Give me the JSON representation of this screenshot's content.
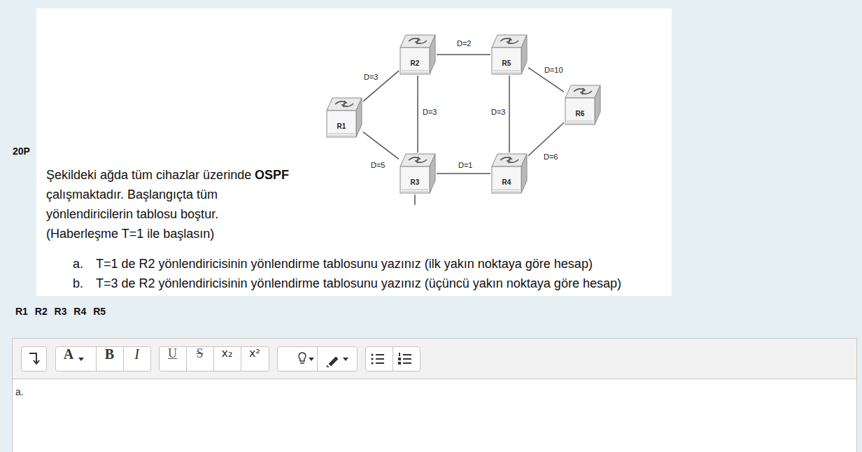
{
  "diagram": {
    "nodes": [
      {
        "text": [
          "R1"
        ]
      },
      {
        "text": [
          "R2"
        ]
      },
      {
        "text": [
          "R5"
        ]
      },
      {
        "text": [
          "R6"
        ]
      },
      {
        "text": [
          "R3"
        ]
      },
      {
        "text": [
          "R4"
        ]
      }
    ],
    "edges": [
      {
        "from": 0,
        "to": 1,
        "label": "D=3",
        "arrow": "none"
      },
      {
        "from": 0,
        "to": 4,
        "label": "D=5",
        "arrow": "none"
      },
      {
        "from": 1,
        "to": 2,
        "label": "D=2",
        "arrow": "none"
      },
      {
        "from": 1,
        "to": 4,
        "label": "D=3",
        "arrow": "none"
      },
      {
        "from": 2,
        "to": 5,
        "label": "D=3",
        "arrow": "none"
      },
      {
        "from": 4,
        "to": 5,
        "label": "D=1",
        "arrow": "none"
      },
      {
        "from": 2,
        "to": 3,
        "label": "D=10",
        "arrow": "none"
      },
      {
        "from": 5,
        "to": 3,
        "label": "D=6",
        "arrow": "none"
      }
    ],
    "labels": [
      "20P",
      "Şekildeki ağda tüm cihazlar üzerinde",
      "OSPF",
      "çalışmaktadır. Başlangıçta tüm yönlendiricilerin tablosu boştur.",
      "(Haberleşme T=1 ile başlasın)",
      "a.",
      "T=1 de R2 yönlendiricisinin yönlendirme tablosunu yazınız (ilk yakın noktaya göre hesap)",
      "b.",
      "T=3 de R2 yönlendiricisinin yönlendirme tablosunu yazınız (üçüncü yakın noktaya göre hesap)",
      "R1 R2 R3 R4 R5",
      "A",
      "B",
      "I",
      "U",
      "S",
      "x₂",
      "x²",
      "a."
    ]
  }
}
